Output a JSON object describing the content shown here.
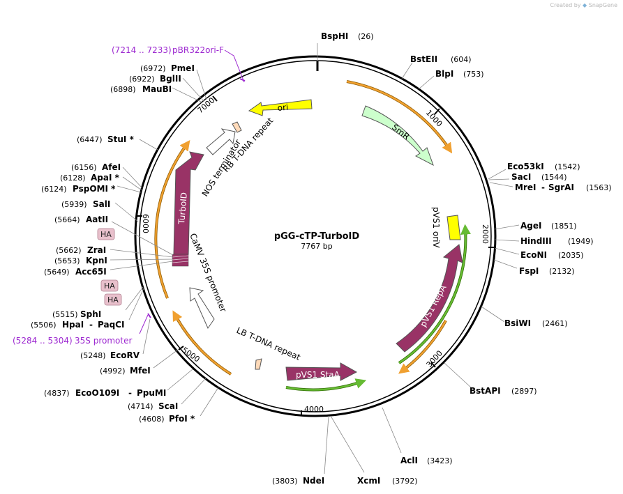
{
  "credit": {
    "prefix": "Created by",
    "brand": "SnapGene"
  },
  "map": {
    "title": "pGG-cTP-TurboID",
    "size": "7767 bp",
    "length": 7767
  },
  "ticks": [
    "1000",
    "2000",
    "3000",
    "4000",
    "5000",
    "6000",
    "7000"
  ],
  "sites": [
    {
      "name": "BspHI",
      "pos": "(26)",
      "bp": 26
    },
    {
      "name": "BstEII",
      "pos": "(604)",
      "bp": 604
    },
    {
      "name": "BlpI",
      "pos": "(753)",
      "bp": 753
    },
    {
      "name": "Eco53kI",
      "pos": "(1542)",
      "bp": 1542
    },
    {
      "name": "SacI",
      "pos": "(1544)",
      "bp": 1544
    },
    {
      "name": "MreI",
      "name2": "SgrAI",
      "pos": "(1563)",
      "bp": 1563
    },
    {
      "name": "AgeI",
      "pos": "(1851)",
      "bp": 1851
    },
    {
      "name": "HindIII",
      "pos": "(1949)",
      "bp": 1949
    },
    {
      "name": "EcoNI",
      "pos": "(2035)",
      "bp": 2035
    },
    {
      "name": "FspI",
      "pos": "(2132)",
      "bp": 2132
    },
    {
      "name": "BsiWI",
      "pos": "(2461)",
      "bp": 2461
    },
    {
      "name": "BstAPI",
      "pos": "(2897)",
      "bp": 2897
    },
    {
      "name": "AclI",
      "pos": "(3423)",
      "bp": 3423
    },
    {
      "name": "XcmI",
      "pos": "(3792)",
      "bp": 3792
    },
    {
      "name": "NdeI",
      "pos": "(3803)",
      "bp": 3803
    },
    {
      "name": "PfoI *",
      "pos": "(4608)",
      "bp": 4608
    },
    {
      "name": "ScaI",
      "pos": "(4714)",
      "bp": 4714
    },
    {
      "name": "EcoO109I",
      "name2": "PpuMI",
      "pos": "(4837)",
      "bp": 4837
    },
    {
      "name": "MfeI",
      "pos": "(4992)",
      "bp": 4992
    },
    {
      "name": "EcoRV",
      "pos": "(5248)",
      "bp": 5248
    },
    {
      "name": "HpaI",
      "name2": "PaqCI",
      "pos": "(5506)",
      "bp": 5506
    },
    {
      "name": "SphI",
      "pos": "(5515)",
      "bp": 5515
    },
    {
      "name": "Acc65I",
      "pos": "(5649)",
      "bp": 5649
    },
    {
      "name": "KpnI",
      "pos": "(5653)",
      "bp": 5653
    },
    {
      "name": "ZraI",
      "pos": "(5662)",
      "bp": 5662
    },
    {
      "name": "AatII",
      "pos": "(5664)",
      "bp": 5664
    },
    {
      "name": "SalI",
      "pos": "(5939)",
      "bp": 5939
    },
    {
      "name": "PspOMI *",
      "pos": "(6124)",
      "bp": 6124
    },
    {
      "name": "ApaI *",
      "pos": "(6128)",
      "bp": 6128
    },
    {
      "name": "AfeI",
      "pos": "(6156)",
      "bp": 6156
    },
    {
      "name": "StuI *",
      "pos": "(6447)",
      "bp": 6447
    },
    {
      "name": "MauBI",
      "pos": "(6898)",
      "bp": 6898
    },
    {
      "name": "BglII",
      "pos": "(6922)",
      "bp": 6922
    },
    {
      "name": "PmeI",
      "pos": "(6972)",
      "bp": 6972
    }
  ],
  "primers": [
    {
      "name": "pBR322ori-F",
      "range": "(7214 .. 7233)"
    },
    {
      "name": "35S promoter",
      "range": "(5284 .. 5304)"
    }
  ],
  "features": [
    {
      "name": "ori",
      "color": "#ffff00"
    },
    {
      "name": "SmR",
      "color": "#ccffcc"
    },
    {
      "name": "pVS1 oriV",
      "color": "#ffff00"
    },
    {
      "name": "pVS1 RepA",
      "color": "#993366"
    },
    {
      "name": "pVS1 StaA",
      "color": "#993366"
    },
    {
      "name": "LB T-DNA repeat",
      "color": "#ffdab9"
    },
    {
      "name": "CaMV 35S promoter",
      "color": "#ffffff"
    },
    {
      "name": "TurboID",
      "color": "#993366"
    },
    {
      "name": "NOS terminator",
      "color": "#ffffff"
    },
    {
      "name": "RB T-DNA repeat",
      "color": "#ffdab9"
    }
  ],
  "tags": [
    "HA",
    "HA",
    "HA"
  ],
  "colors": {
    "primer": "#9c27d0",
    "orf_arrow": "#f0a030",
    "green_arrow": "#66bb33",
    "feature_dark": "#993366",
    "tag_fill": "#e8c0cc"
  }
}
